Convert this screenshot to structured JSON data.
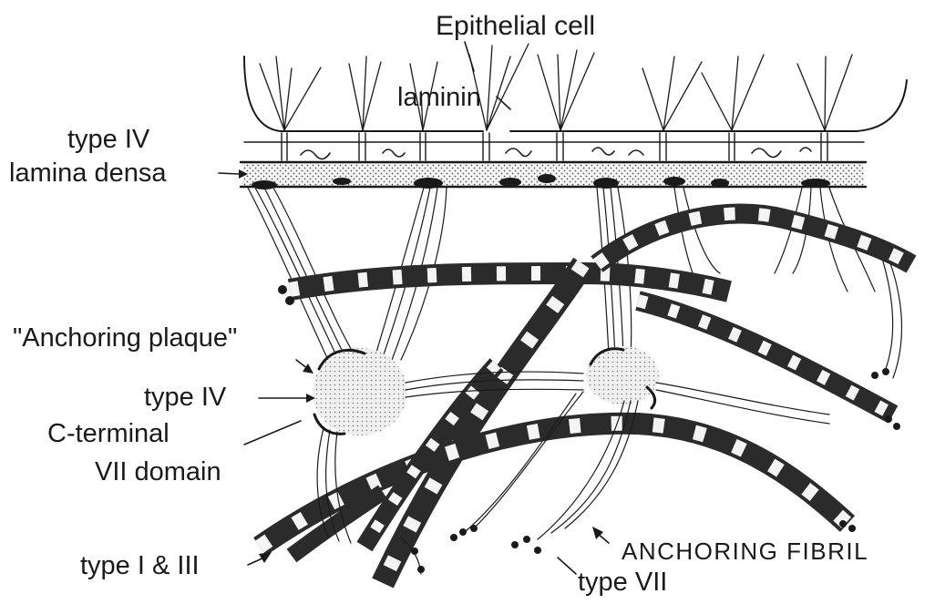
{
  "labels": {
    "epithelial_cell": "Epithelial cell",
    "laminin": "laminin",
    "type_iv_top": "type IV",
    "lamina_densa": "lamina densa",
    "anchoring_plaque": "\"Anchoring plaque\"",
    "type_iv_plaque": "type IV",
    "c_terminal": "C-terminal",
    "vii_domain": "VII domain",
    "type_i_iii": "type I & III",
    "anchoring_fibril": "ANCHORING FIBRIL",
    "type_vii": "type VII"
  },
  "colors": {
    "ink": "#1a1a1a",
    "band_dark": "#2b2b2b",
    "band_light": "#f4f4f4",
    "lamina_densa_fill": "#e6e6e6",
    "plaque_fill": "#e3e3e3"
  }
}
